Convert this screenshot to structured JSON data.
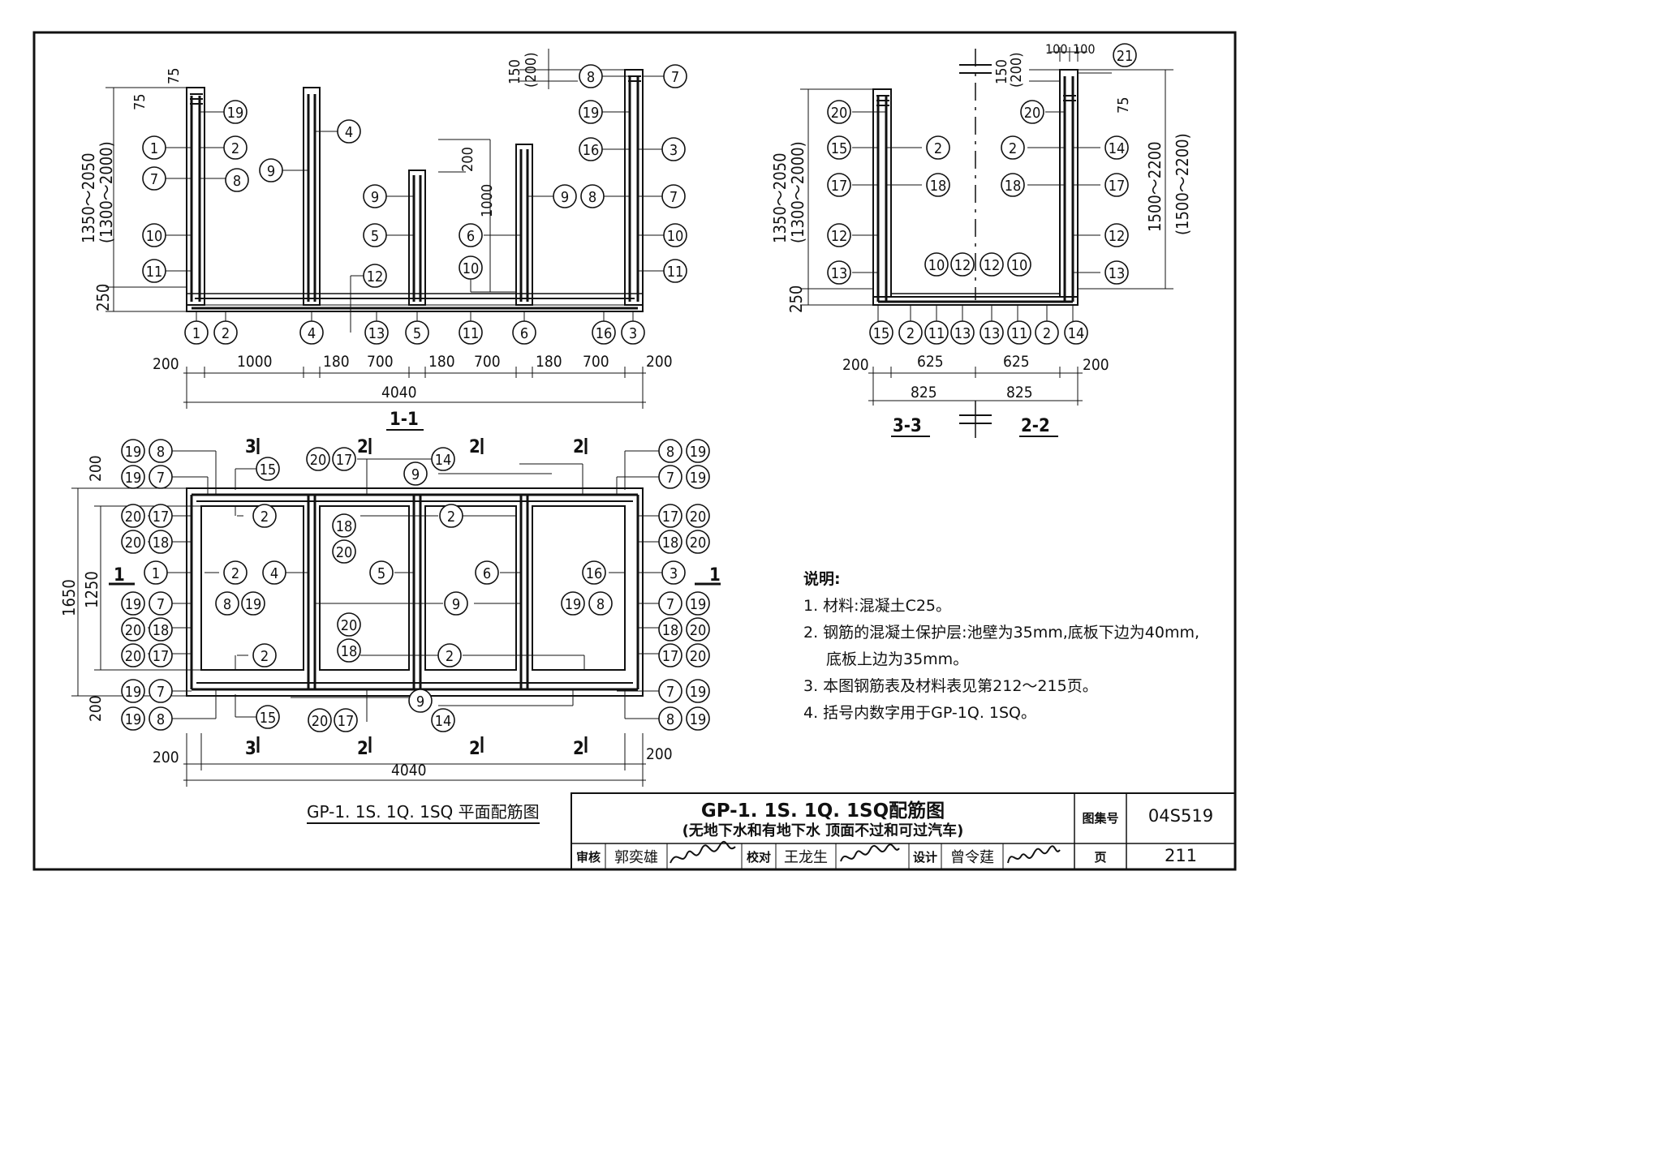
{
  "section_1_1": {
    "title": "1-1",
    "height_dims": {
      "main": "1350～2050",
      "alt": "(1300～2000)",
      "base": "250"
    },
    "top_dims": {
      "cover_a": "75",
      "cover_b": "75",
      "right_a": "150",
      "right_b": "(200)"
    },
    "inner_dims": {
      "step": "200",
      "height": "1000"
    },
    "bottom_dims": [
      "200",
      "1000",
      "180",
      "700",
      "180",
      "700",
      "180",
      "700",
      "200"
    ],
    "total": "4040"
  },
  "section_3_3": {
    "title": "3-3"
  },
  "section_2_2": {
    "title": "2-2",
    "height_dims": {
      "main": "1350～2050",
      "alt": "(1300～2000)",
      "base": "250"
    },
    "right_dims": {
      "main": "1500～2200",
      "alt": "(1500～2200)"
    },
    "top_dims": {
      "a": "150",
      "b": "(200)",
      "c": "100",
      "d": "100",
      "e": "75"
    },
    "bottom_dims": [
      "200",
      "625",
      "625",
      "200"
    ],
    "halves": [
      "825",
      "825"
    ]
  },
  "plan": {
    "caption": "GP-1. 1S. 1Q. 1SQ 平面配筋图",
    "dims": {
      "w_total": "4040",
      "h_total": "1650",
      "h_inner": "1250",
      "edge": "200"
    },
    "cut_marks": {
      "one": "1",
      "two": "2",
      "three": "3"
    }
  },
  "notes": {
    "heading": "说明:",
    "items": [
      "1. 材料:混凝土C25。",
      "2. 钢筋的混凝土保护层:池壁为35mm,底板下边为40mm,",
      "底板上边为35mm。",
      "3. 本图钢筋表及材料表见第212～215页。",
      "4. 括号内数字用于GP-1Q. 1SQ。"
    ]
  },
  "title_block": {
    "title": "GP-1. 1S. 1Q. 1SQ配筋图",
    "subtitle": "(无地下水和有地下水  顶面不过和可过汽车)",
    "atlas_label": "图集号",
    "atlas_no": "04S519",
    "page_label": "页",
    "page_no": "211",
    "review_label": "审核",
    "reviewer": "郭奕雄",
    "check_label": "校对",
    "checker": "王龙生",
    "design_label": "设计",
    "designer": "曾令莛"
  }
}
